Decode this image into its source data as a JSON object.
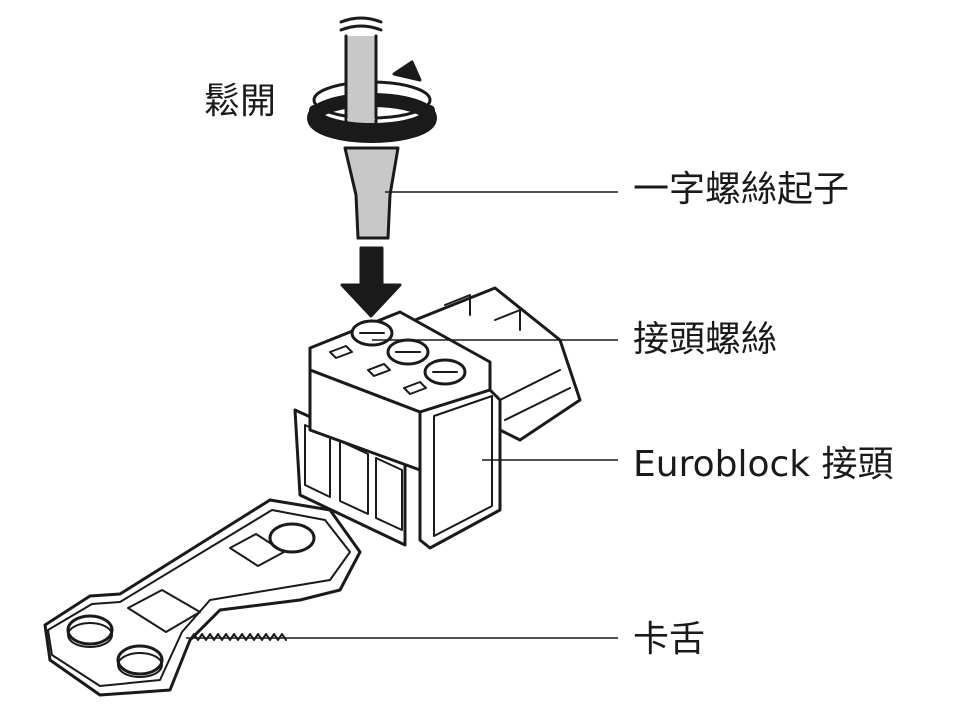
{
  "labels": {
    "loosen": "鬆開",
    "screwdriver": "一字螺絲起子",
    "terminal_screw": "接頭螺絲",
    "connector": "Euroblock 接頭",
    "tab": "卡舌"
  },
  "colors": {
    "line": "#1a1a1a",
    "shaft": "#c8c8c8",
    "fill": "#ffffff"
  }
}
